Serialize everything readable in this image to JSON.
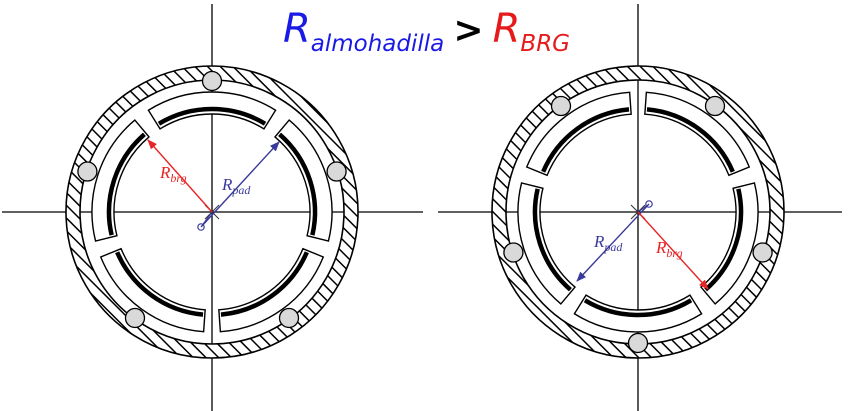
{
  "title": {
    "left_symbol": "R",
    "left_subscript": "almohadilla",
    "comparator": ">",
    "right_symbol": "R",
    "right_subscript": "BRG"
  },
  "labels": {
    "rbrg_main": "R",
    "rbrg_sub": "brg",
    "rpad_main": "R",
    "rpad_sub": "pad"
  },
  "colors": {
    "pad_radius": "#3a3a9a",
    "bearing_radius": "#e82424",
    "title_left": "#1a1ae6",
    "title_right": "#e61a1a",
    "outline": "#000000",
    "pivot_fill": "#d9d9d9"
  },
  "diagrams": [
    {
      "name": "bearing-left"
    },
    {
      "name": "bearing-right"
    }
  ]
}
